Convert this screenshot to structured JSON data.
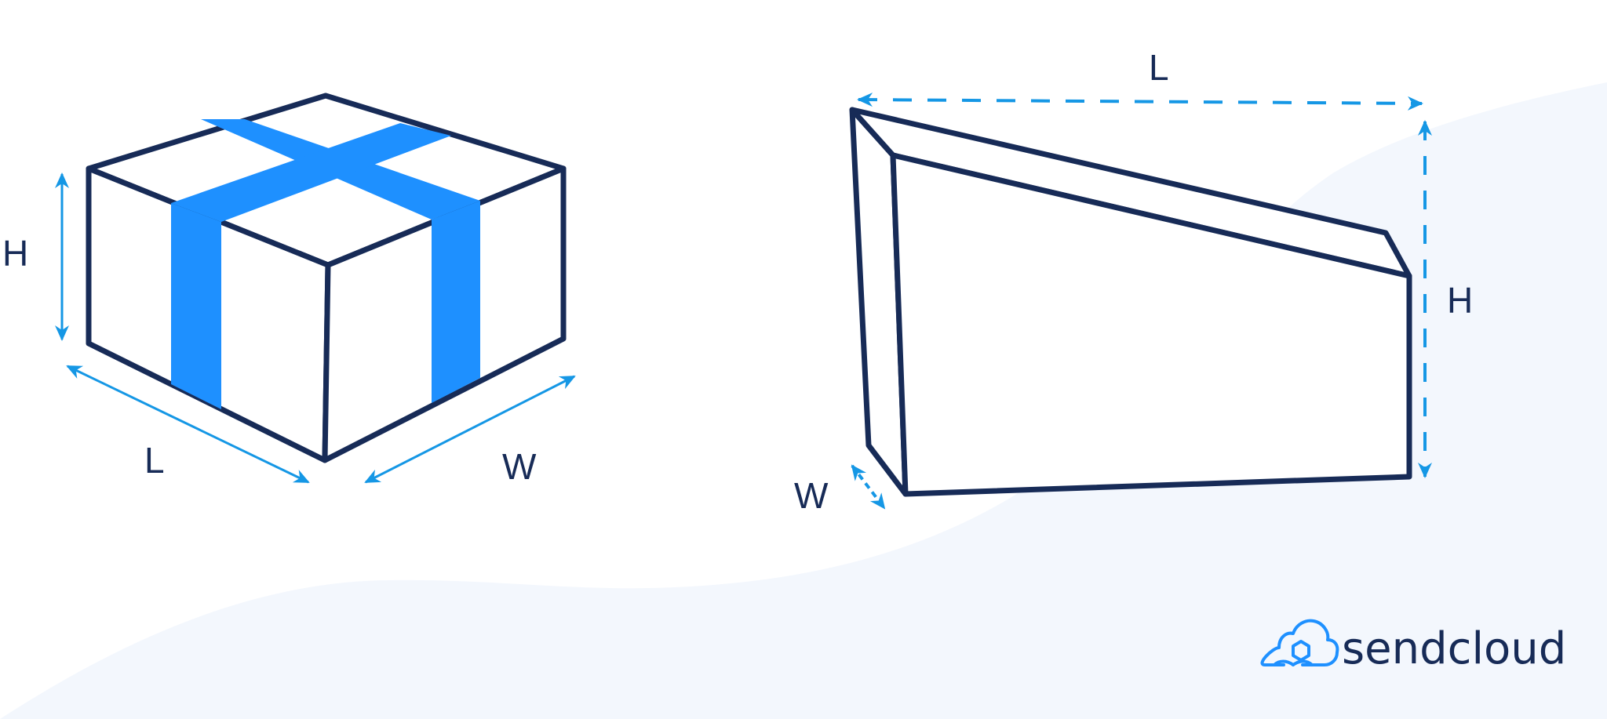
{
  "colors": {
    "background": "#ffffff",
    "wave": "#f3f7fd",
    "outline": "#172b57",
    "tape": "#1e90ff",
    "arrow": "#1597e5",
    "label": "#172b57",
    "logo_icon": "#1e90ff"
  },
  "box": {
    "label_height": "H",
    "label_length": "L",
    "label_width": "W"
  },
  "tube": {
    "label_length": "L",
    "label_height": "H",
    "label_width": "W"
  },
  "brand": {
    "name": "sendcloud",
    "icon": "cloud-hexagon-logo-icon"
  }
}
